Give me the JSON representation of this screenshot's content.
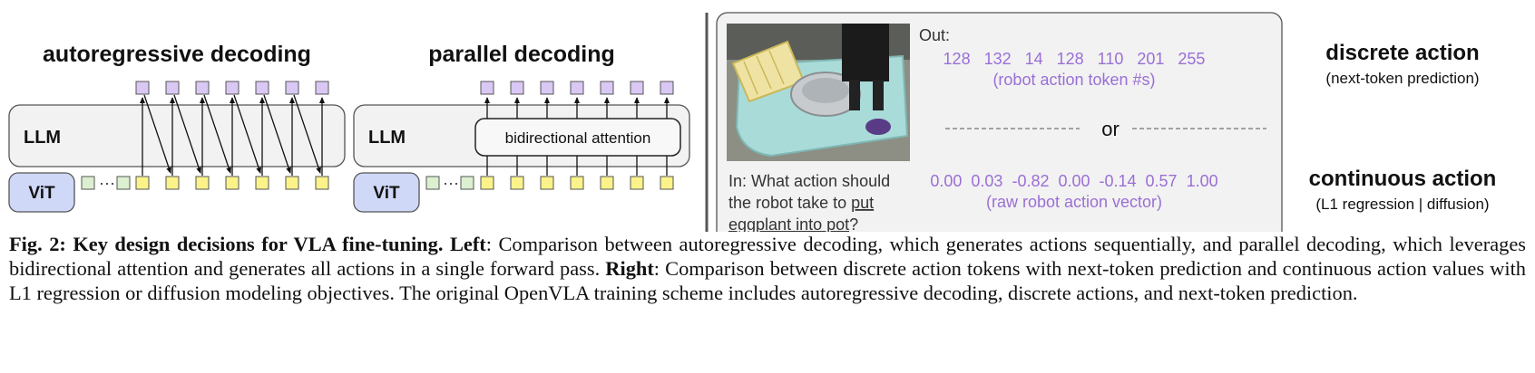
{
  "figure": {
    "left_panel": {
      "autoregressive_title": "autoregressive decoding",
      "parallel_title": "parallel decoding",
      "llm_label": "LLM",
      "vit_label": "ViT",
      "bidirectional_label": "bidirectional attention",
      "dots": "···"
    },
    "right_panel": {
      "out_label": "Out:",
      "discrete_values": "128   132   14   128   110   201   255",
      "discrete_caption": "(robot action token #s)",
      "or_label": "or",
      "continuous_values": "0.00  0.03  -0.82  0.00  -0.14  0.57  1.00",
      "continuous_caption": "(raw robot action vector)",
      "instruction_line1": "In: What action should",
      "instruction_line2_prefix": "the robot take to ",
      "instruction_line2_underlined": "put",
      "instruction_line3_underlined": "eggplant into pot",
      "instruction_line3_suffix": "?",
      "discrete_heading": "discrete action",
      "discrete_subheading": "(next-token prediction)",
      "continuous_heading": "continuous action",
      "continuous_subheading": "(L1 regression | diffusion)"
    },
    "colors": {
      "token_purple": "#d9c8f4",
      "token_yellow": "#fbf28a",
      "token_green": "#dcefd0",
      "vit_blue": "#cfd8f7",
      "panel_gray": "#f2f2f2",
      "value_purple": "#9a6fd6"
    }
  },
  "caption": {
    "fig_label": "Fig. 2: Key design decisions for VLA fine-tuning.",
    "left_label": "Left",
    "left_text": ": Comparison between autoregressive decoding, which generates actions sequentially, and parallel decoding, which leverages bidirectional attention and generates all actions in a single forward pass. ",
    "right_label": "Right",
    "right_text": ": Comparison between discrete action tokens with next-token prediction and continuous action values with L1 regression or diffusion modeling objectives. The original OpenVLA training scheme includes autoregressive decoding, discrete actions, and next-token prediction."
  }
}
